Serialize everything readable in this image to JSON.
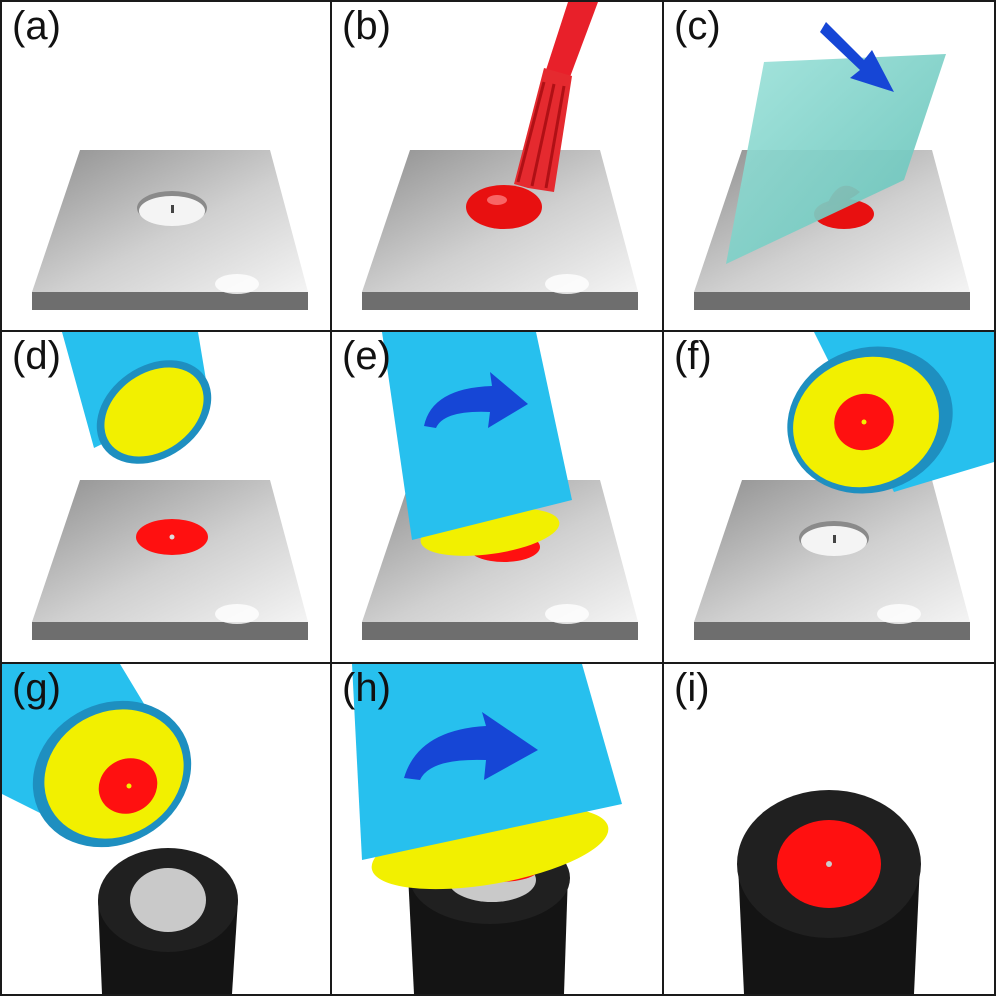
{
  "panels": [
    {
      "id": "a",
      "label": "(a)"
    },
    {
      "id": "b",
      "label": "(b)"
    },
    {
      "id": "c",
      "label": "(c)"
    },
    {
      "id": "d",
      "label": "(d)"
    },
    {
      "id": "e",
      "label": "(e)"
    },
    {
      "id": "f",
      "label": "(f)"
    },
    {
      "id": "g",
      "label": "(g)"
    },
    {
      "id": "h",
      "label": "(h)"
    },
    {
      "id": "i",
      "label": "(i)"
    }
  ],
  "colors": {
    "plate_top": "#d9d9d9",
    "plate_side": "#7a7a7a",
    "red": "#ff1a1a",
    "cyan": "#27c0ee",
    "cyan_rim": "#1e8fc0",
    "yellow": "#f2f000",
    "blue_arrow": "#1646d6",
    "glass": "#7fd8cf",
    "black": "#141414"
  }
}
